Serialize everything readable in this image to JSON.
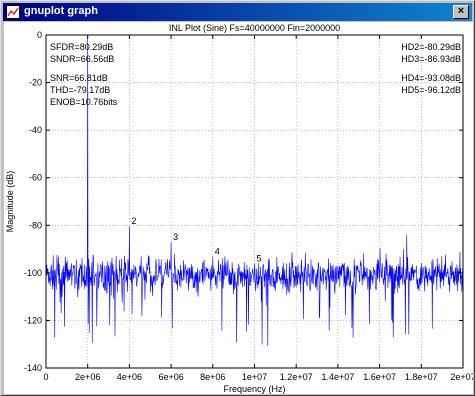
{
  "window": {
    "title": "gnuplot graph",
    "close_label": "×",
    "icon": "gnuplot-app-icon"
  },
  "colors": {
    "titlebar_start": "#000080",
    "titlebar_end": "#1084d0",
    "trace": "#0000ff",
    "grid": "#a0a0a0"
  },
  "chart_data": {
    "type": "line",
    "title": "INL Plot (Sine) Fs=40000000 Fin=2000000",
    "xlabel": "Frequency (Hz)",
    "ylabel": "Magnitude (dB)",
    "xlim": [
      0,
      20000000
    ],
    "ylim": [
      -140,
      0
    ],
    "xticks": [
      0,
      2000000,
      4000000,
      6000000,
      8000000,
      10000000,
      12000000,
      14000000,
      16000000,
      18000000,
      20000000
    ],
    "xtick_labels": [
      "0",
      "2e+06",
      "4e+06",
      "6e+06",
      "8e+06",
      "1e+07",
      "1.2e+07",
      "1.4e+07",
      "1.6e+07",
      "1.8e+07",
      "2e+07"
    ],
    "yticks": [
      0,
      -20,
      -40,
      -60,
      -80,
      -100,
      -120,
      -140
    ],
    "ytick_labels": [
      "0",
      "-20",
      "-40",
      "-60",
      "-80",
      "-100",
      "-120",
      "-140"
    ],
    "grid": true,
    "noise_floor_db": -101,
    "noise_min_db": -135,
    "noise_max_db": -89,
    "fundamental": {
      "x": 2000000,
      "y": 0
    },
    "harmonics": [
      {
        "label": "2",
        "x": 4000000,
        "y": -80.29
      },
      {
        "label": "3",
        "x": 6000000,
        "y": -86.93
      },
      {
        "label": "4",
        "x": 8000000,
        "y": -93.08
      },
      {
        "label": "5",
        "x": 10000000,
        "y": -96.12
      }
    ],
    "spurs": [
      {
        "x": 17300000,
        "y": -84
      }
    ],
    "annotations_left": [
      "SFDR=80.29dB",
      "SNDR=66.56dB",
      "SNR=66.81dB",
      "THD=-79.17dB",
      "ENOB=10.76bits"
    ],
    "annotations_right": [
      "HD2=-80.29dB",
      "HD3=-86.93dB",
      "HD4=-93.08dB",
      "HD5=-96.12dB"
    ]
  }
}
